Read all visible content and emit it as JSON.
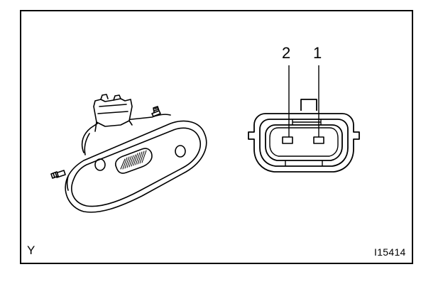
{
  "diagram": {
    "corner_label": "Y",
    "figure_code": "I15414",
    "connector": {
      "pins": [
        {
          "label": "2"
        },
        {
          "label": "1"
        }
      ]
    }
  }
}
